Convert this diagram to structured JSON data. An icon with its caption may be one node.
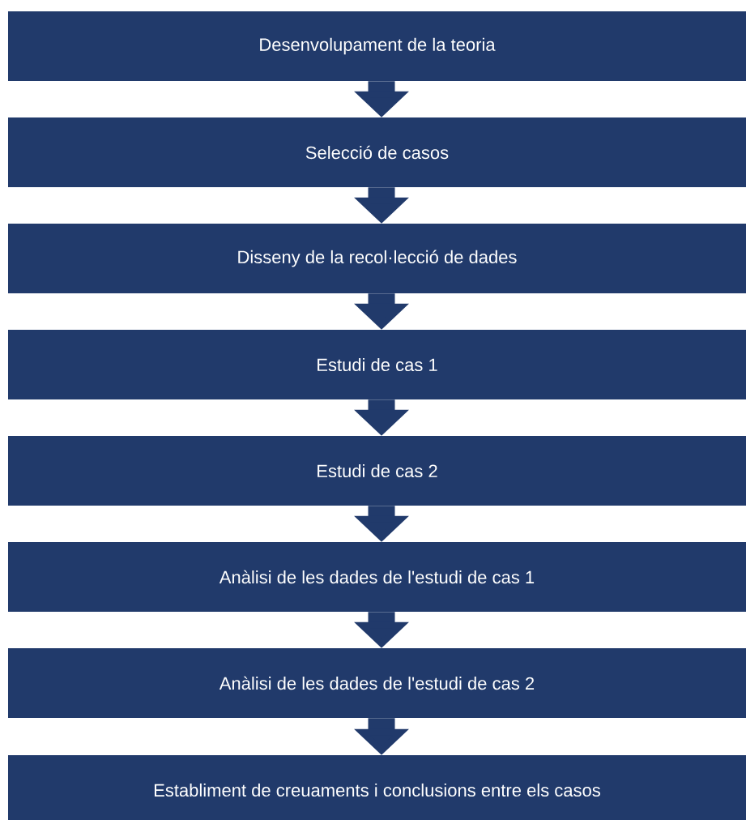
{
  "diagram": {
    "nodes": [
      {
        "text": [
          "Desenvolupament de la teoria"
        ]
      },
      {
        "text": [
          "Selecció de casos"
        ]
      },
      {
        "text": [
          "Disseny de la recol·lecció de dades"
        ]
      },
      {
        "text": [
          "Estudi de cas 1"
        ]
      },
      {
        "text": [
          "Estudi de cas 2"
        ]
      },
      {
        "text": [
          "Anàlisi de les dades de l'estudi de cas 1"
        ]
      },
      {
        "text": [
          "Anàlisi de les dades de l'estudi de cas 2"
        ]
      },
      {
        "text": [
          "Establiment de creuaments i conclusions entre els casos"
        ]
      }
    ],
    "edges": [
      {
        "from": 0,
        "to": 1,
        "arrow": "to"
      },
      {
        "from": 1,
        "to": 2,
        "arrow": "to"
      },
      {
        "from": 2,
        "to": 3,
        "arrow": "to"
      },
      {
        "from": 3,
        "to": 4,
        "arrow": "to"
      },
      {
        "from": 4,
        "to": 5,
        "arrow": "to"
      },
      {
        "from": 5,
        "to": 6,
        "arrow": "to"
      },
      {
        "from": 6,
        "to": 7,
        "arrow": "to"
      }
    ]
  }
}
